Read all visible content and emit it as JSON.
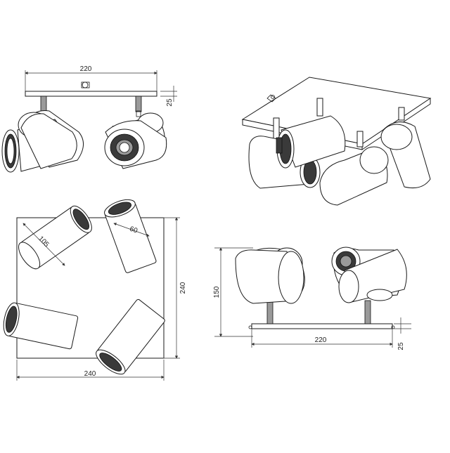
{
  "dimensions": {
    "front_top_width": "220",
    "front_top_height": "25",
    "plan_lamp_length": "105",
    "plan_lamp_diameter": "60",
    "plan_height": "240",
    "plan_width": "240",
    "side_height": "150",
    "side_width": "220",
    "side_plate_height": "25"
  }
}
